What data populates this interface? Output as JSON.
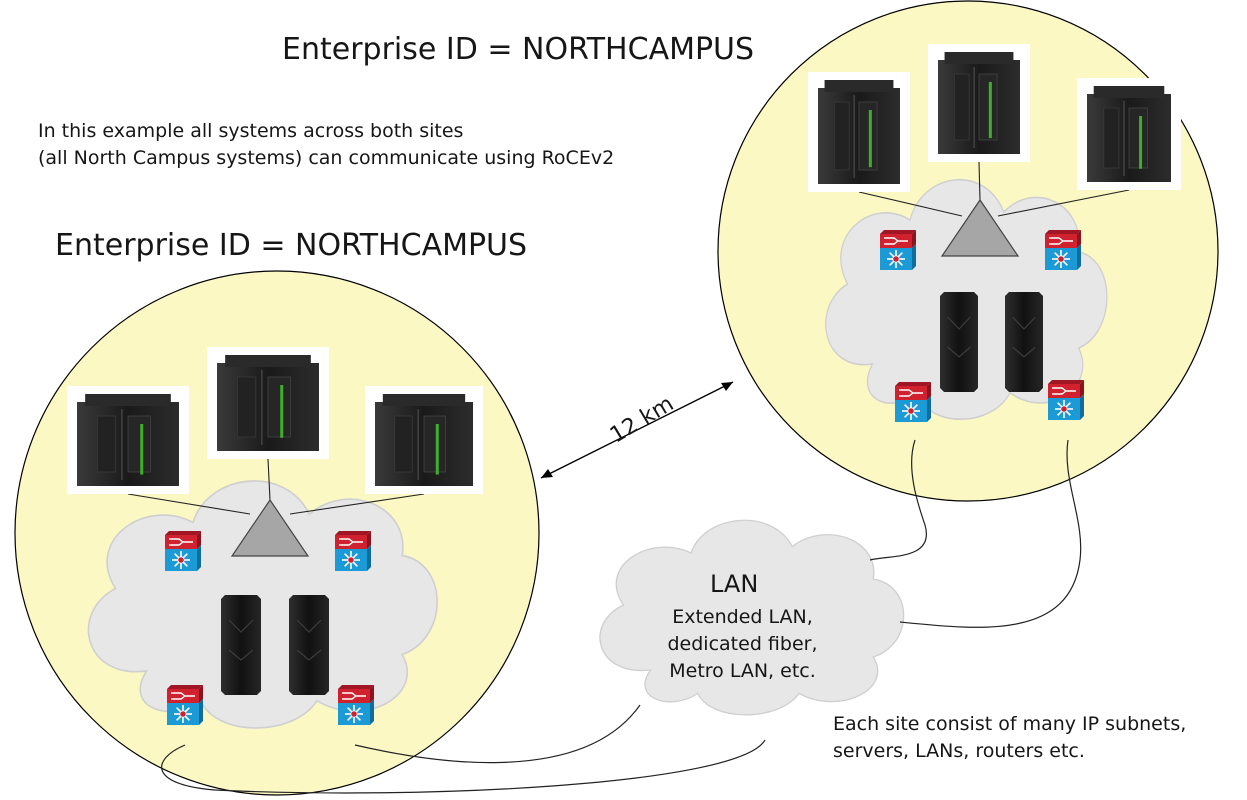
{
  "labels": {
    "title_top": "Enterprise ID = NORTHCAMPUS",
    "title_left": "Enterprise ID = NORTHCAMPUS",
    "note_top": "In this example all systems across both sites\n(all North Campus systems) can communicate using RoCEv2",
    "distance": "12 km",
    "lan_title": "LAN",
    "lan_desc": "Extended LAN,\ndedicated fiber,\nMetro LAN, etc.",
    "note_bottom": "Each site consist of many IP subnets,\nservers, LANs, routers etc."
  },
  "colors": {
    "site_fill": "#fbf8c4",
    "site_stroke": "#000000",
    "cloud_fill": "#e7e7e7",
    "hub_fill": "#a6a6a6",
    "router_red": "#d0212f",
    "switch_blue": "#1b9ad6",
    "server_body": "#1a1a1a",
    "server_accent": "#3fae2a"
  },
  "icons": {
    "mainframe": "mainframe-server-icon",
    "network_switch": "router-switch-icon",
    "storage": "storage-unit-icon",
    "hub": "hub-triangle-icon"
  }
}
